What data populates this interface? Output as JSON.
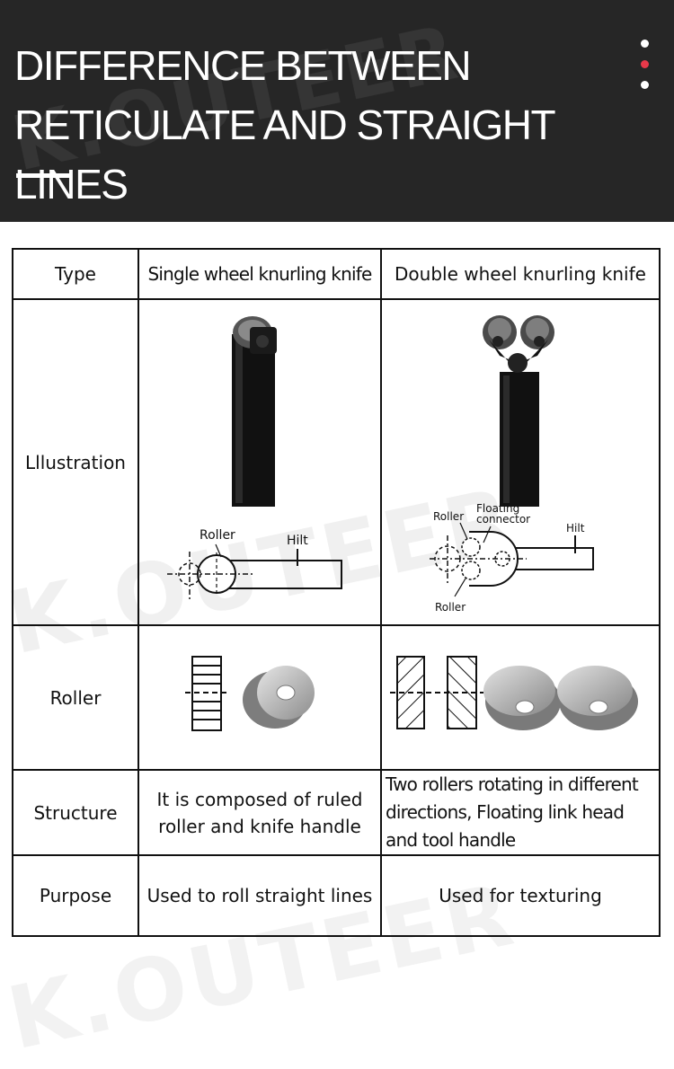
{
  "header": {
    "title_line1": "DIFFERENCE BETWEEN",
    "title_line2": "RETICULATE AND STRAIGHT LINES",
    "watermark": "K.OUTEER",
    "dots_active_index": 1,
    "accent_color": "#e8394a",
    "background_color": "#262626"
  },
  "table": {
    "rows": [
      {
        "label": "Type",
        "single": "Single wheel knurling knife",
        "double": "Double wheel knurling knife"
      },
      {
        "label": "Lllustration"
      },
      {
        "label": "Roller"
      },
      {
        "label": "Structure",
        "single": "It is composed of ruled roller and knife handle",
        "double": "Two rollers rotating in different directions, Floating link head and tool handle"
      },
      {
        "label": "Purpose",
        "single": "Used to roll straight lines",
        "double": "Used for texturing"
      }
    ]
  },
  "diagram_single": {
    "roller_label": "Roller",
    "hilt_label": "Hilt"
  },
  "diagram_double": {
    "roller_top_label": "Roller",
    "floating_line1": "Floating",
    "floating_line2": "connector",
    "hilt_label": "Hilt",
    "roller_bottom_label": "Roller"
  },
  "watermarks": [
    "K.OUTEER",
    "K.OUTEER"
  ]
}
